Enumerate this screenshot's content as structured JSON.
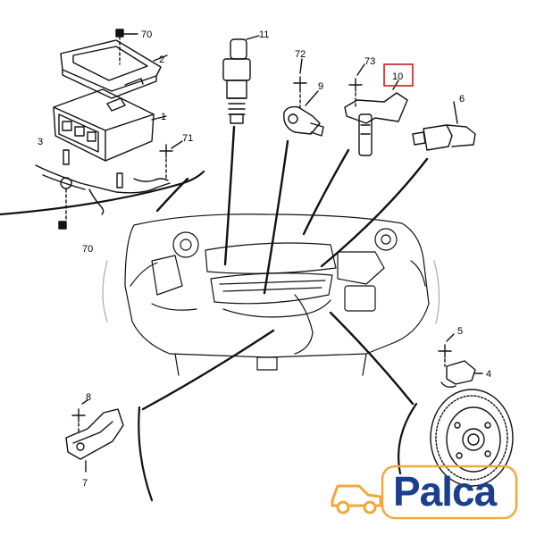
{
  "callouts": {
    "c1": "1",
    "c2": "2",
    "c3": "3",
    "c4": "4",
    "c5": "5",
    "c6": "6",
    "c7": "7",
    "c8": "8",
    "c9": "9",
    "c10": "10",
    "c11": "11",
    "c70a": "70",
    "c70b": "70",
    "c71": "71",
    "c72": "72",
    "c73": "73"
  },
  "highlight_color": "#d11a1a",
  "brand": {
    "name": "Palca",
    "color": "#1a3f8f",
    "accent": "#f2a93b"
  }
}
